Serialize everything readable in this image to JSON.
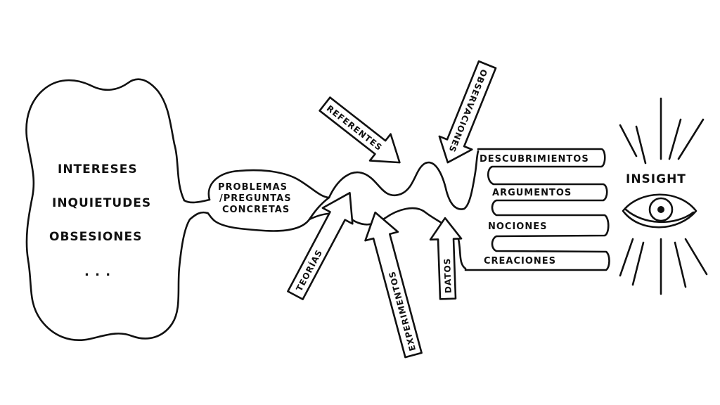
{
  "cloud": {
    "items": [
      "INTERESES",
      "INQUIETUDES",
      "OBSESIONES"
    ],
    "ellipsis": ". . ."
  },
  "problems": {
    "lines": [
      "PROBLEMAS",
      "/PREGUNTAS",
      "CONCRETAS"
    ]
  },
  "arrows": {
    "referentes": "REFERENTES",
    "observaciones": "OBSERVACIONES",
    "teorias": "TEORÍAS",
    "experimentos": "EXPERIMENTOS",
    "datos": "DATOS"
  },
  "outputs": [
    "DESCUBRIMIENTOS",
    "ARGUMENTOS",
    "NOCIONES",
    "CREACIONES"
  ],
  "insight": {
    "label": "INSIGHT"
  },
  "colors": {
    "ink": "#111111",
    "paper": "#ffffff"
  }
}
